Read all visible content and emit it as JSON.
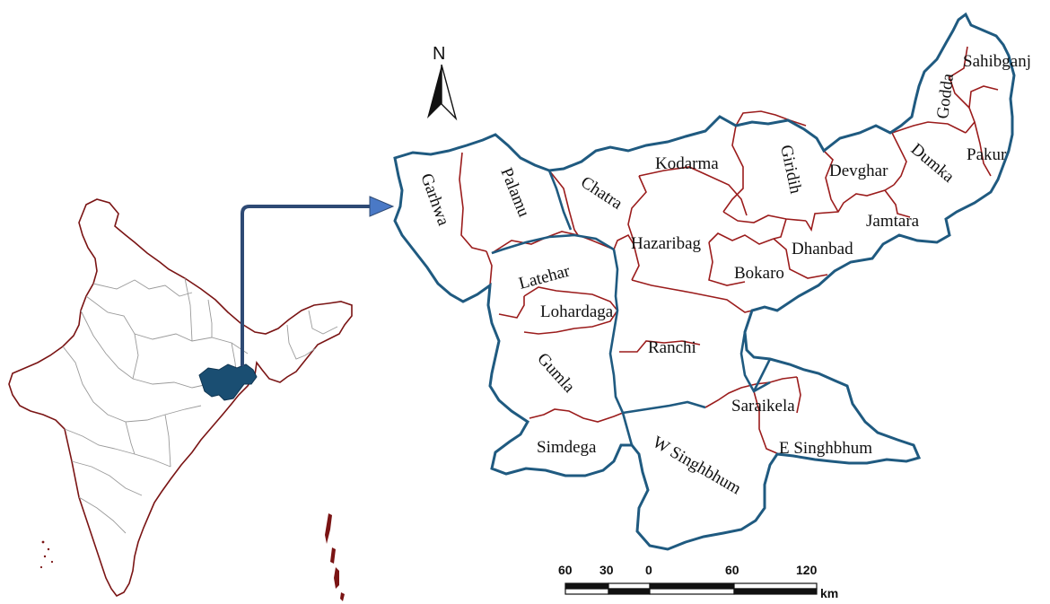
{
  "north_arrow": {
    "label": "N"
  },
  "districts": [
    "Sahibganj",
    "Godda",
    "Pakur",
    "Dumka",
    "Devghar",
    "Giridih",
    "Kodarma",
    "Chatra",
    "Palamu",
    "Garhwa",
    "Jamtara",
    "Dhanbad",
    "Bokaro",
    "Hazaribag",
    "Latehar",
    "Lohardaga",
    "Ranchi",
    "Gumla",
    "Saraikela",
    "E Singhbhum",
    "W Singhbhum",
    "Simdega"
  ],
  "scale_bar": {
    "ticks": [
      "60",
      "30",
      "0",
      "60",
      "120"
    ],
    "unit": "km"
  },
  "colors": {
    "state_border": "#1f5a80",
    "district_border": "#9b1c1c",
    "india_outline": "#7a1414",
    "internal_borders": "#9a9a9a",
    "highlight_state": "#1a4e72",
    "arrow": "#2e4a74",
    "arrow_head": "#4a79c6"
  }
}
